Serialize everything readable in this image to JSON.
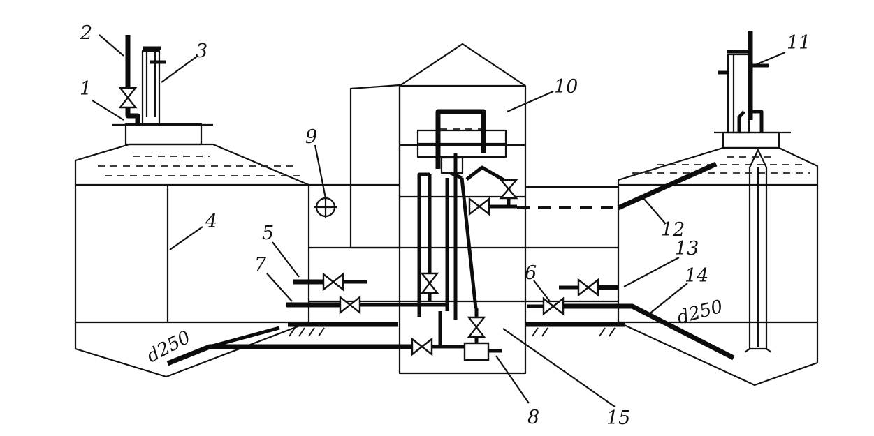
{
  "callouts": [
    "1",
    "2",
    "3",
    "4",
    "5",
    "6",
    "7",
    "8",
    "9",
    "10",
    "11",
    "12",
    "13",
    "14",
    "15"
  ],
  "pipe_labels": {
    "left_outlet": "d250",
    "right_outlet": "d250"
  }
}
